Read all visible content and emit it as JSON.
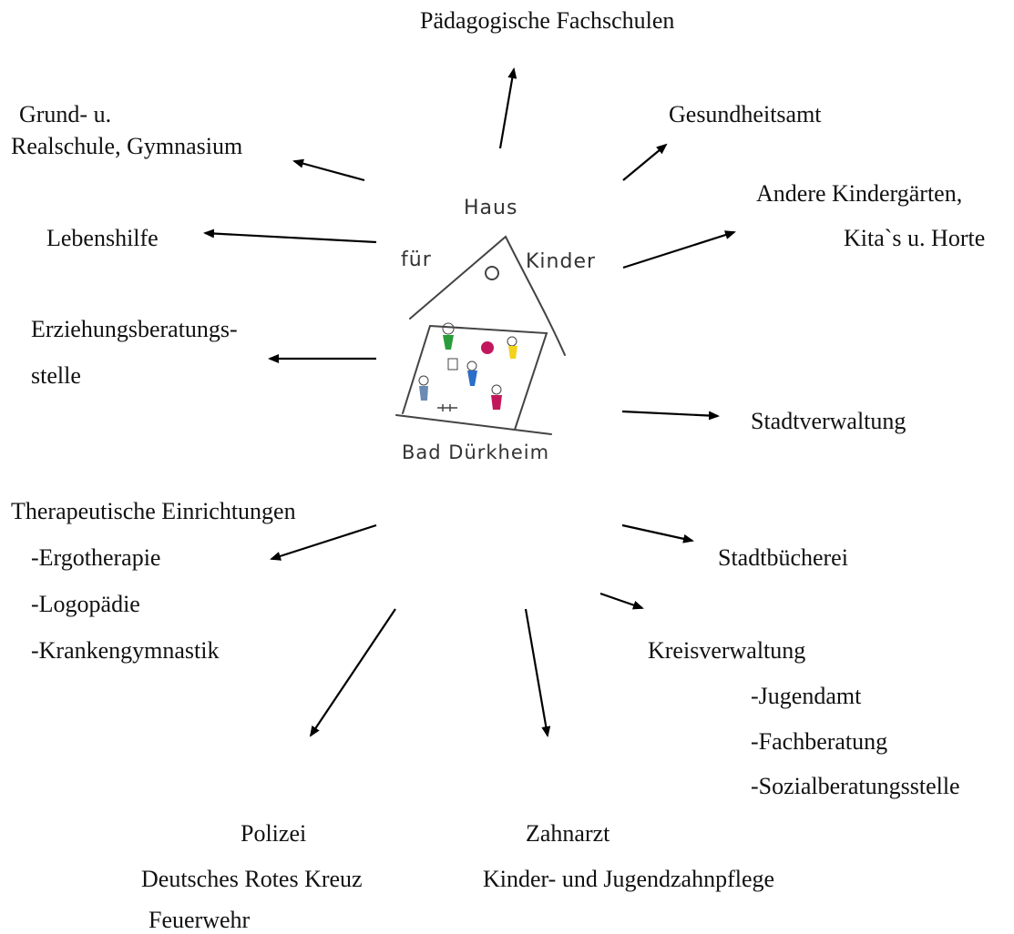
{
  "logo": {
    "line1": "Haus",
    "line2_left": "für",
    "line2_right": "Kinder",
    "place": "Bad Dürkheim"
  },
  "partners": {
    "paedagogische": "Pädagogische Fachschulen",
    "grundschule_1": "Grund- u.",
    "grundschule_2": "Realschule, Gymnasium",
    "gesundheitsamt": "Gesundheitsamt",
    "andere_1": "Andere Kindergärten,",
    "andere_2": "Kita`s u. Horte",
    "lebenshilfe": "Lebenshilfe",
    "erziehung_1": "Erziehungsberatungs-",
    "erziehung_2": "stelle",
    "stadtverwaltung": "Stadtverwaltung",
    "therapie_title": "Therapeutische Einrichtungen",
    "therapie_items": [
      "-Ergotherapie",
      "-Logopädie",
      "-Krankengymnastik"
    ],
    "stadtbuecherei": "Stadtbücherei",
    "kreis_title": "Kreisverwaltung",
    "kreis_items": [
      "-Jugendamt",
      "-Fachberatung",
      "-Sozialberatungsstelle"
    ],
    "polizei": [
      "Polizei",
      "Deutsches Rotes Kreuz",
      "Feuerwehr"
    ],
    "zahnarzt": [
      "Zahnarzt",
      "Kinder- und Jugendzahnpflege"
    ]
  }
}
